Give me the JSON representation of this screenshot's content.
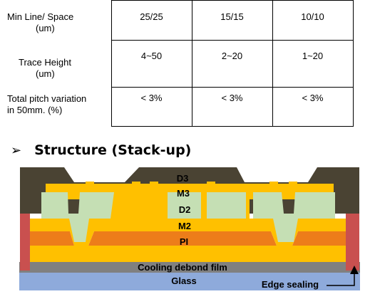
{
  "spec_table": {
    "rows": [
      {
        "label_line1": "Min Line/ Space",
        "label_line2": "(um)",
        "values": [
          "25/25",
          "15/15",
          "10/10"
        ]
      },
      {
        "label_line1": "Trace Height",
        "label_line2": "(um)",
        "values": [
          "4~50",
          "2~20",
          "1~20"
        ]
      },
      {
        "label_line1": "Total pitch variation",
        "label_line2": "in 50mm. (%)",
        "values": [
          "< 3%",
          "< 3%",
          "< 3%"
        ]
      }
    ]
  },
  "section": {
    "bullet_icon": "arrow-bullet-icon",
    "bullet_char": "➢",
    "title": "Structure (Stack-up)"
  },
  "stackup": {
    "layers": {
      "d3": "D3",
      "m3": "M3",
      "d2": "D2",
      "m2": "M2",
      "pi": "PI",
      "cooling_film": "Cooling debond film",
      "glass": "Glass"
    },
    "callout": "Edge sealing",
    "colors": {
      "d3": "#4a4333",
      "metal": "#ffc000",
      "dielectric_d2": "#c5dfb4",
      "pi": "#ed7d1a",
      "cooling_film": "#808080",
      "glass": "#8eaadb",
      "edge_sealing": "#c9504f"
    }
  }
}
